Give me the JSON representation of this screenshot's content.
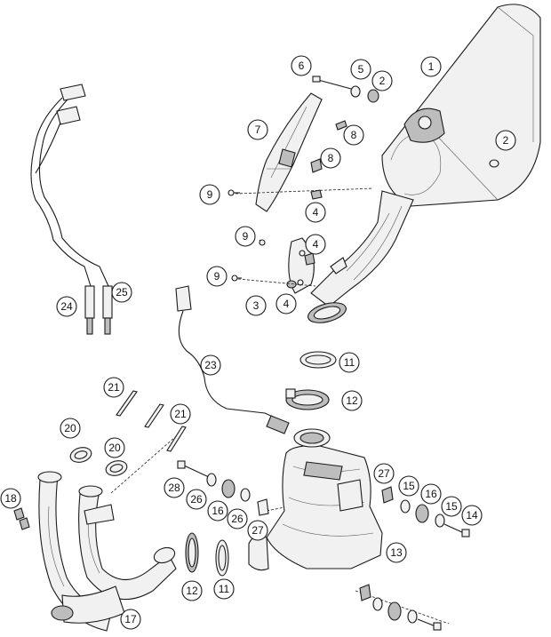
{
  "callouts": [
    {
      "id": "c1",
      "label": "1"
    },
    {
      "id": "c2a",
      "label": "2"
    },
    {
      "id": "c2b",
      "label": "2"
    },
    {
      "id": "c3",
      "label": "3"
    },
    {
      "id": "c4a",
      "label": "4"
    },
    {
      "id": "c4b",
      "label": "4"
    },
    {
      "id": "c4c",
      "label": "4"
    },
    {
      "id": "c5",
      "label": "5"
    },
    {
      "id": "c6",
      "label": "6"
    },
    {
      "id": "c7",
      "label": "7"
    },
    {
      "id": "c8a",
      "label": "8"
    },
    {
      "id": "c8b",
      "label": "8"
    },
    {
      "id": "c9a",
      "label": "9"
    },
    {
      "id": "c9b",
      "label": "9"
    },
    {
      "id": "c9c",
      "label": "9"
    },
    {
      "id": "c11a",
      "label": "11"
    },
    {
      "id": "c11b",
      "label": "11"
    },
    {
      "id": "c12a",
      "label": "12"
    },
    {
      "id": "c12b",
      "label": "12"
    },
    {
      "id": "c13",
      "label": "13"
    },
    {
      "id": "c14",
      "label": "14"
    },
    {
      "id": "c15a",
      "label": "15"
    },
    {
      "id": "c15b",
      "label": "15"
    },
    {
      "id": "c16a",
      "label": "16"
    },
    {
      "id": "c16b",
      "label": "16"
    },
    {
      "id": "c17",
      "label": "17"
    },
    {
      "id": "c18",
      "label": "18"
    },
    {
      "id": "c20a",
      "label": "20"
    },
    {
      "id": "c20b",
      "label": "20"
    },
    {
      "id": "c21a",
      "label": "21"
    },
    {
      "id": "c21b",
      "label": "21"
    },
    {
      "id": "c23",
      "label": "23"
    },
    {
      "id": "c24",
      "label": "24"
    },
    {
      "id": "c25",
      "label": "25"
    },
    {
      "id": "c26a",
      "label": "26"
    },
    {
      "id": "c26b",
      "label": "26"
    },
    {
      "id": "c27a",
      "label": "27"
    },
    {
      "id": "c27b",
      "label": "27"
    },
    {
      "id": "c28",
      "label": "28"
    }
  ]
}
